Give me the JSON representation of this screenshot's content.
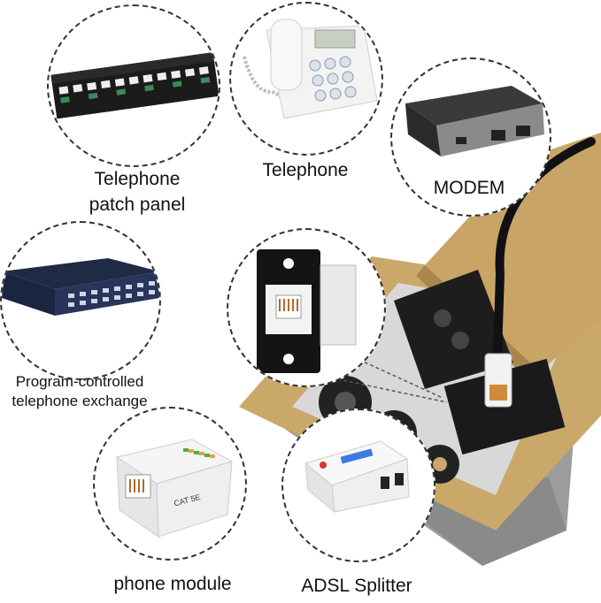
{
  "items": {
    "patch_panel": {
      "label": "Telephone patch panel"
    },
    "telephone": {
      "label": "Telephone"
    },
    "modem": {
      "label": "MODEM"
    },
    "exchange": {
      "label": "Program-controlled telephone exchange"
    },
    "phone_module": {
      "label": "phone module",
      "tag": "CAT 5E"
    },
    "adsl_splitter": {
      "label": "ADSL Splitter"
    }
  },
  "colors": {
    "brass": "#c9a86a",
    "steel": "#a9a9a9",
    "black": "#1a1a1a",
    "copper": "#b06a2c"
  }
}
